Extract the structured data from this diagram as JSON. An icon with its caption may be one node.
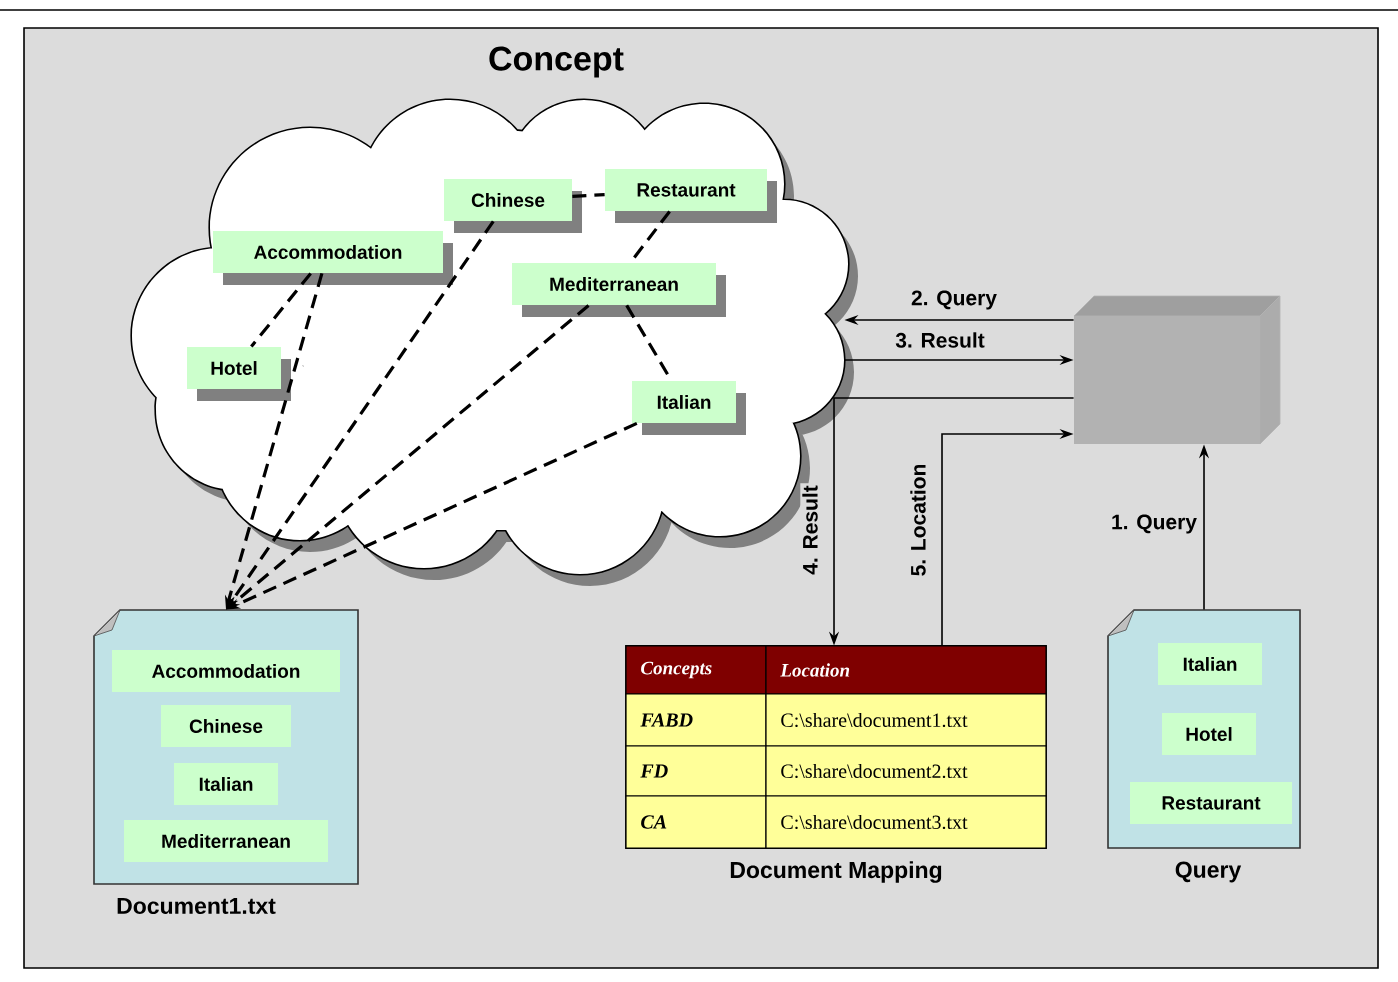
{
  "diagram": {
    "nodes": [
      {
        "text": [
          "Concept"
        ]
      },
      {
        "text": [
          "Chinese"
        ],
        "in": 0
      },
      {
        "text": [
          "Restaurant"
        ],
        "in": 0
      },
      {
        "text": [
          "Accommodation"
        ],
        "in": 0
      },
      {
        "text": [
          "Mediterranean"
        ],
        "in": 0
      },
      {
        "text": [
          "Hotel"
        ],
        "in": 0
      },
      {
        "text": [
          "Italian"
        ],
        "in": 0
      },
      {
        "text": [],
        "shape": "box"
      },
      {
        "text": [
          "Document1.txt"
        ]
      },
      {
        "text": [
          "Accommodation"
        ],
        "in": 8
      },
      {
        "text": [
          "Chinese"
        ],
        "in": 8
      },
      {
        "text": [
          "Italian"
        ],
        "in": 8
      },
      {
        "text": [
          "Mediterranean"
        ],
        "in": 8
      },
      {
        "text": [
          "Document Mapping"
        ]
      },
      {
        "text": [
          "Query"
        ]
      },
      {
        "text": [
          "Italian"
        ],
        "in": 14
      },
      {
        "text": [
          "Hotel"
        ],
        "in": 14
      },
      {
        "text": [
          "Restaurant"
        ],
        "in": 14
      }
    ],
    "edges": [
      {
        "from": 3,
        "to": 5,
        "arrow": "none",
        "style": "dashed"
      },
      {
        "from": 1,
        "to": 2,
        "arrow": "none",
        "style": "dashed"
      },
      {
        "from": 2,
        "to": 4,
        "arrow": "none",
        "style": "dashed"
      },
      {
        "from": 4,
        "to": 6,
        "arrow": "none",
        "style": "dashed"
      },
      {
        "from": 3,
        "to": 8,
        "arrow": "to",
        "style": "dashed"
      },
      {
        "from": 1,
        "to": 8,
        "arrow": "to",
        "style": "dashed"
      },
      {
        "from": 4,
        "to": 8,
        "arrow": "to",
        "style": "dashed"
      },
      {
        "from": 6,
        "to": 8,
        "arrow": "to",
        "style": "dashed"
      },
      {
        "from": 14,
        "to": 7,
        "arrow": "to",
        "label": "1. Query"
      },
      {
        "from": 7,
        "to": 0,
        "arrow": "to",
        "label": "2. Query"
      },
      {
        "from": 0,
        "to": 7,
        "arrow": "to",
        "label": "3. Result"
      },
      {
        "from": 7,
        "to": 13,
        "arrow": "to",
        "label": "4. Result"
      },
      {
        "from": 13,
        "to": 7,
        "arrow": "to",
        "label": "5. Location"
      }
    ],
    "labels": [
      "Concepts",
      "Location",
      "FABD",
      "C:\\share\\document1.txt",
      "FD",
      "C:\\share\\document2.txt",
      "CA",
      "C:\\share\\document3.txt"
    ]
  }
}
